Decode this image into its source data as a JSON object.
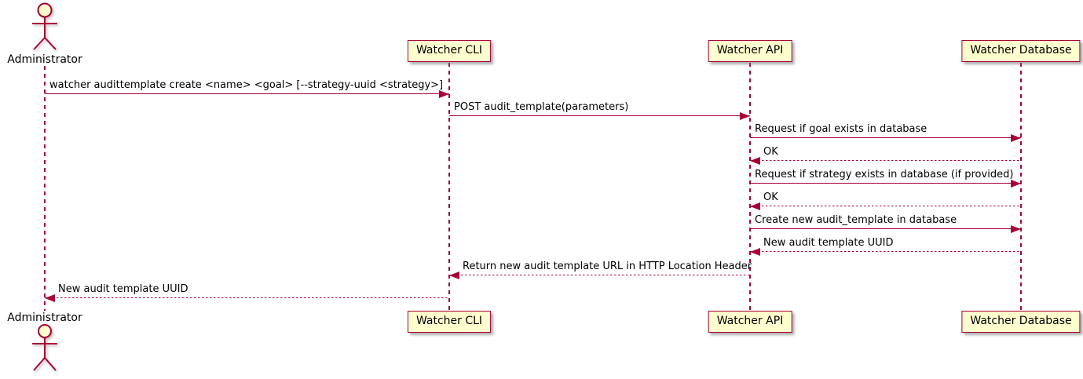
{
  "diagram": {
    "type": "sequence",
    "colors": {
      "participant_fill": "#FEFECE",
      "stroke": "#A80036",
      "text": "#000000",
      "background": "#FFFFFF"
    },
    "actor": {
      "name": "Administrator"
    },
    "participants": [
      {
        "label": "Watcher CLI"
      },
      {
        "label": "Watcher API"
      },
      {
        "label": "Watcher Database"
      }
    ],
    "messages": [
      {
        "from": "Administrator",
        "to": "Watcher CLI",
        "style": "solid",
        "label": "watcher audittemplate create <name> <goal> [--strategy-uuid <strategy>]"
      },
      {
        "from": "Watcher CLI",
        "to": "Watcher API",
        "style": "solid",
        "label": "POST audit_template(parameters)"
      },
      {
        "from": "Watcher API",
        "to": "Watcher Database",
        "style": "solid",
        "label": "Request if goal exists in database"
      },
      {
        "from": "Watcher Database",
        "to": "Watcher API",
        "style": "dashed",
        "label": "OK"
      },
      {
        "from": "Watcher API",
        "to": "Watcher Database",
        "style": "solid",
        "label": "Request if strategy exists in database (if provided)"
      },
      {
        "from": "Watcher Database",
        "to": "Watcher API",
        "style": "dashed",
        "label": "OK"
      },
      {
        "from": "Watcher API",
        "to": "Watcher Database",
        "style": "solid",
        "label": "Create new audit_template in database"
      },
      {
        "from": "Watcher Database",
        "to": "Watcher API",
        "style": "dashed",
        "label": "New audit template UUID"
      },
      {
        "from": "Watcher API",
        "to": "Watcher CLI",
        "style": "dashed",
        "label": "Return new audit template URL in HTTP Location Header"
      },
      {
        "from": "Watcher CLI",
        "to": "Administrator",
        "style": "dashed",
        "label": "New audit template UUID"
      }
    ]
  }
}
